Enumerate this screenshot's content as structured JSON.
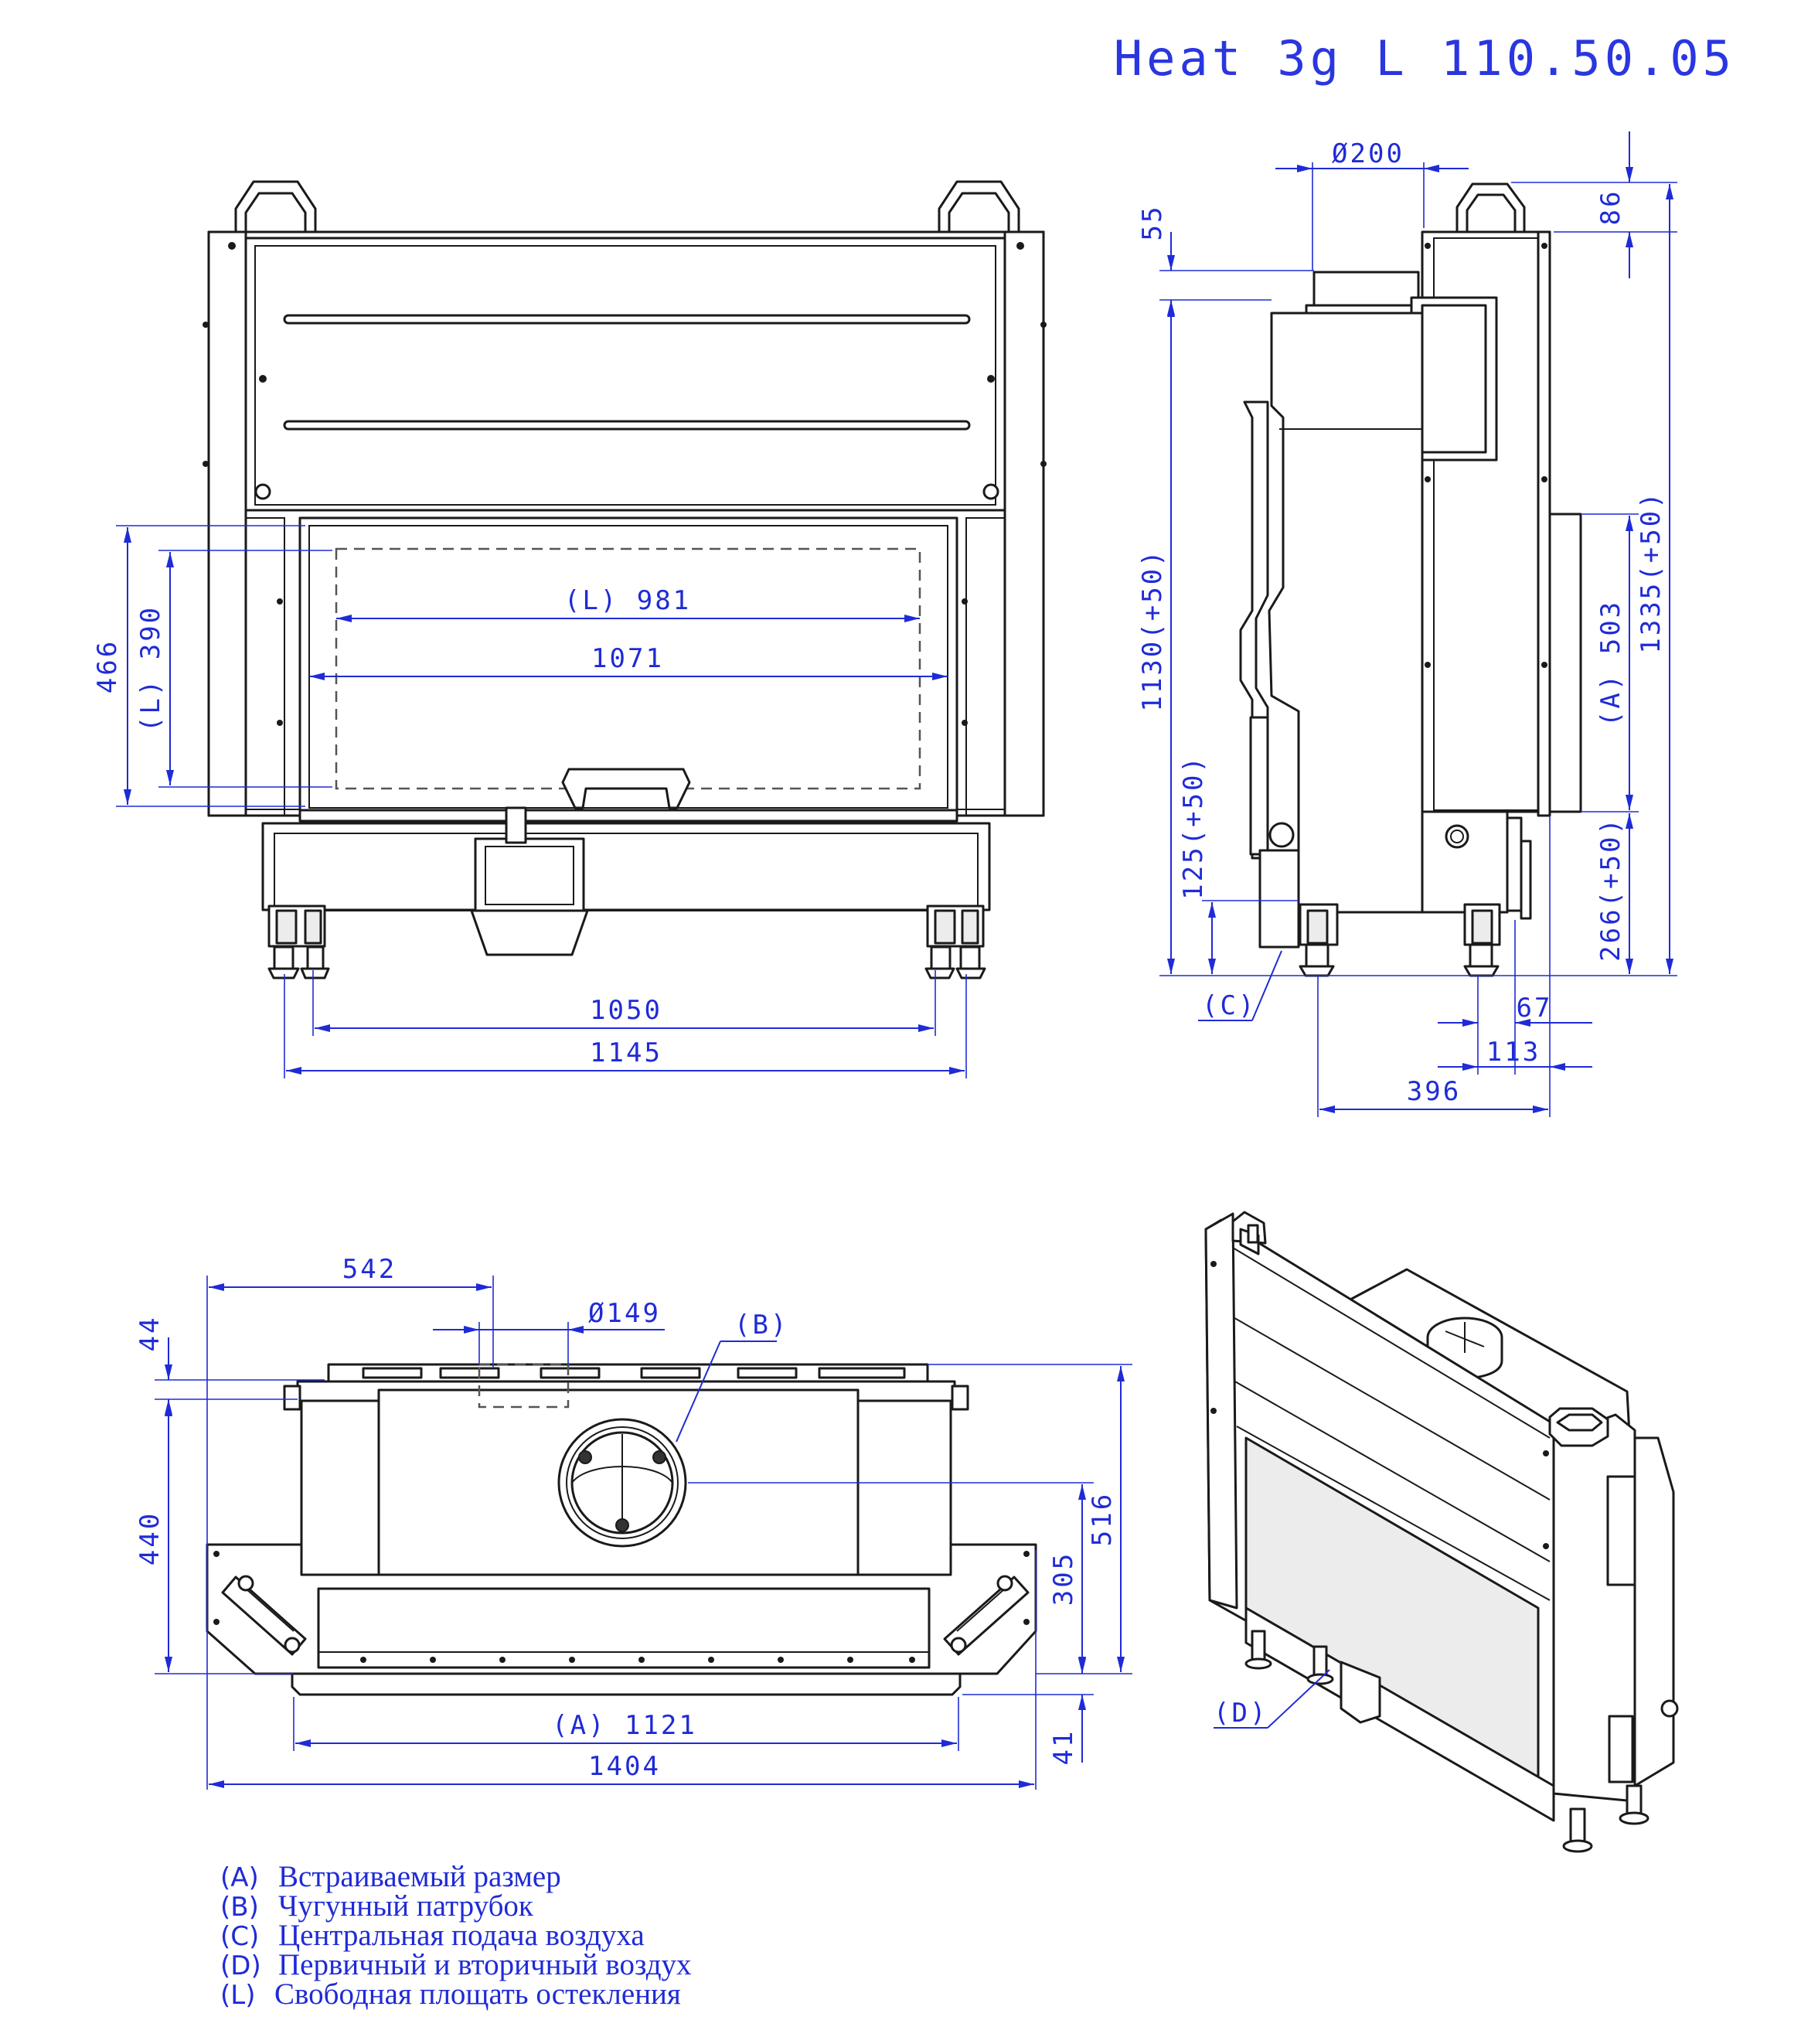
{
  "title": "Heat 3g L 110.50.05",
  "front_view": {
    "dim_L_width": "(L) 981",
    "dim_glass_width": "1071",
    "dim_height_466": "466",
    "dim_L_height": "(L) 390",
    "dim_1050": "1050",
    "dim_1145": "1145"
  },
  "side_view": {
    "dim_flue": "Ø200",
    "dim_55": "55",
    "dim_86": "86",
    "dim_1130": "1130(+50)",
    "dim_1335": "1335(+50)",
    "dim_A_503": "(A) 503",
    "dim_125": "125(+50)",
    "dim_266": "266(+50)",
    "dim_67": "67",
    "dim_113": "113",
    "dim_396": "396",
    "callout_C": "(C)"
  },
  "top_view": {
    "dim_542": "542",
    "dim_149": "Ø149",
    "dim_44": "44",
    "dim_440": "440",
    "dim_516": "516",
    "dim_305": "305",
    "dim_41": "41",
    "dim_A_1121": "(A) 1121",
    "dim_1404": "1404",
    "callout_B": "(B)"
  },
  "iso_view": {
    "callout_D": "(D)"
  },
  "legend": [
    {
      "key": "(A)",
      "text": "Встраиваемый размер"
    },
    {
      "key": "(B)",
      "text": "Чугунный патрубок"
    },
    {
      "key": "(C)",
      "text": "Центральная подача воздуха"
    },
    {
      "key": "(D)",
      "text": "Первичный и вторичный воздух"
    },
    {
      "key": "(L)",
      "text": "Свободная площать остекления"
    }
  ],
  "colors": {
    "dimension": "#1f2bd6",
    "outline": "#1a1a1a",
    "title": "#2a36e0"
  }
}
